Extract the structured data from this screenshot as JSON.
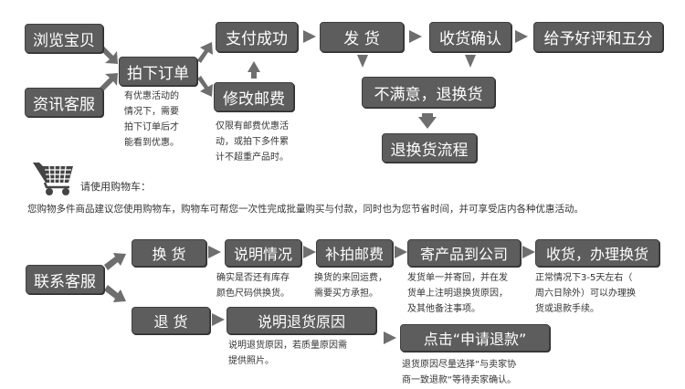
{
  "top_flow": {
    "browse": "浏览宝贝",
    "consult": "资讯客服",
    "order": "拍下订单",
    "pay": "支付成功",
    "ship": "发 货",
    "confirm": "收货确认",
    "review": "给予好评和五分",
    "modify_postage": "修改邮费",
    "unsatisfied": "不满意，退换货",
    "return_process": "退换货流程"
  },
  "top_notes": {
    "order_note": "有优惠活动的\n情况下，需要\n拍下订单后才\n能看到优惠。",
    "postage_note": "仅限有邮费优惠活\n动，或拍下多件累\n计不超重产品时。"
  },
  "cart": {
    "label": "请使用购物车：",
    "note": "您购物多件商品建议您使用购物车，购物车可帮您一次性完成批量购买与付款，同时也为您节省时间，并可享受店内各种优惠活动。"
  },
  "bottom_flow": {
    "contact": "联系客服",
    "exchange": "换 货",
    "explain_situation": "说明情况",
    "reship_postage": "补拍邮费",
    "send_to_company": "寄产品到公司",
    "receive_exchange": "收货，办理换货",
    "return": "退 货",
    "explain_reason": "说明退货原因",
    "apply_refund": "点击“申请退款”"
  },
  "bottom_notes": {
    "explain_note": "确实是否还有库存\n颜色尺码供换货。",
    "postage_note": "换货的来回运费，\n需要买方承担。",
    "send_note": "发货单一并寄回，并在发\n货单上注明退换货原因，\n及其他备注事项。",
    "receive_note": "正常情况下3-5天左右（\n周六日除外）可以办理换\n货或退款手续。",
    "reason_note": "说明退货原因，若质量原因需\n提供照片。",
    "refund_note": "退货原因尽量选择“与卖家协\n商一致退款“等待卖家确认。"
  },
  "colors": {
    "box_fill": "#5d5d5d",
    "arrow_fill": "#6e6e6e",
    "text": "#333333"
  }
}
